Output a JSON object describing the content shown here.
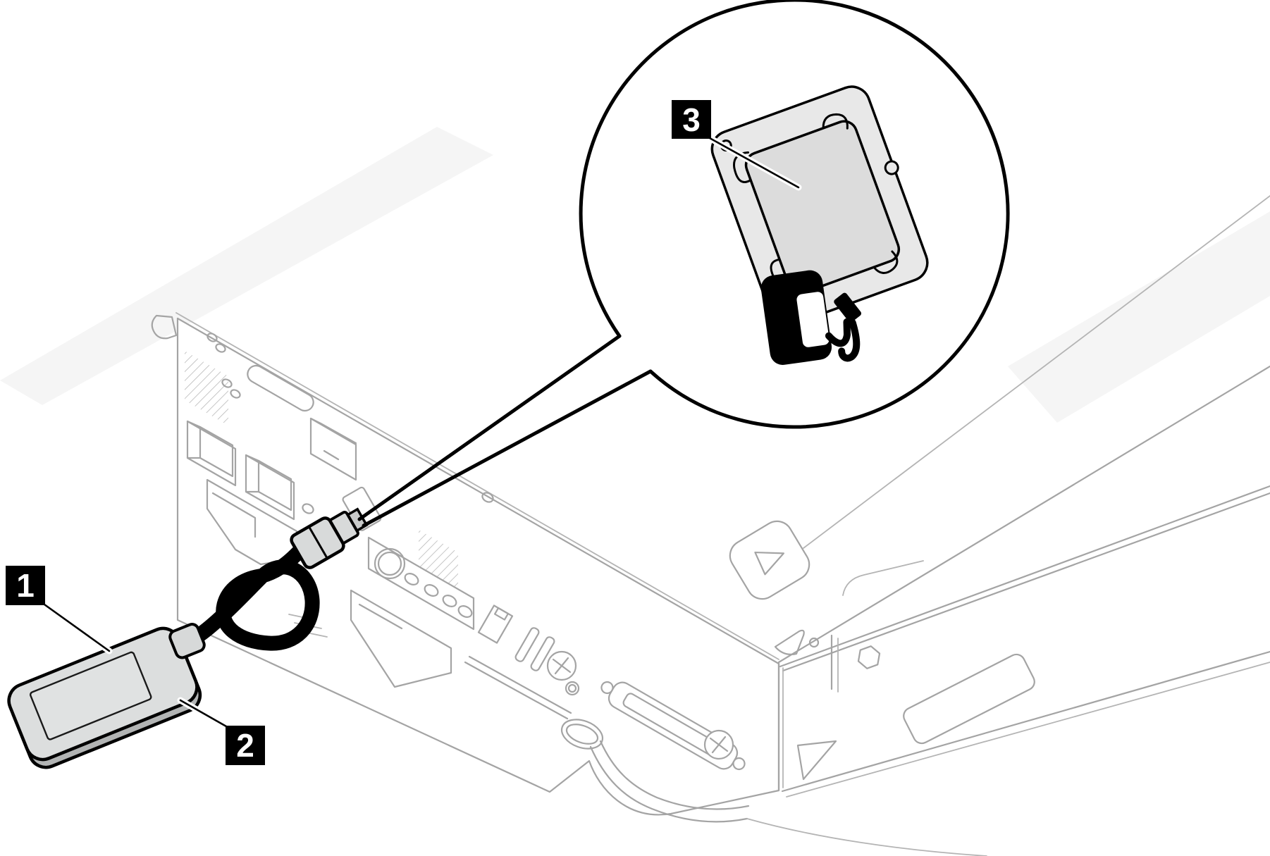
{
  "figure_type": "hardware-line-illustration",
  "callouts": [
    {
      "label": "1"
    },
    {
      "label": "2"
    },
    {
      "label": "3"
    }
  ],
  "icon": {
    "name": "diagnostics-handset-icon"
  },
  "colors": {
    "background": "#ffffff",
    "ink": "#000000",
    "lineart_gray": "#a4a4a4",
    "handset_top": "#dcdede",
    "handset_side": "#b2b4b4",
    "plug_gray": "#d8dada",
    "detail_plate": "#e8e8e8",
    "detail_cover": "#dcdcdc",
    "callout_background": "#000000",
    "callout_number": "#ffffff"
  }
}
